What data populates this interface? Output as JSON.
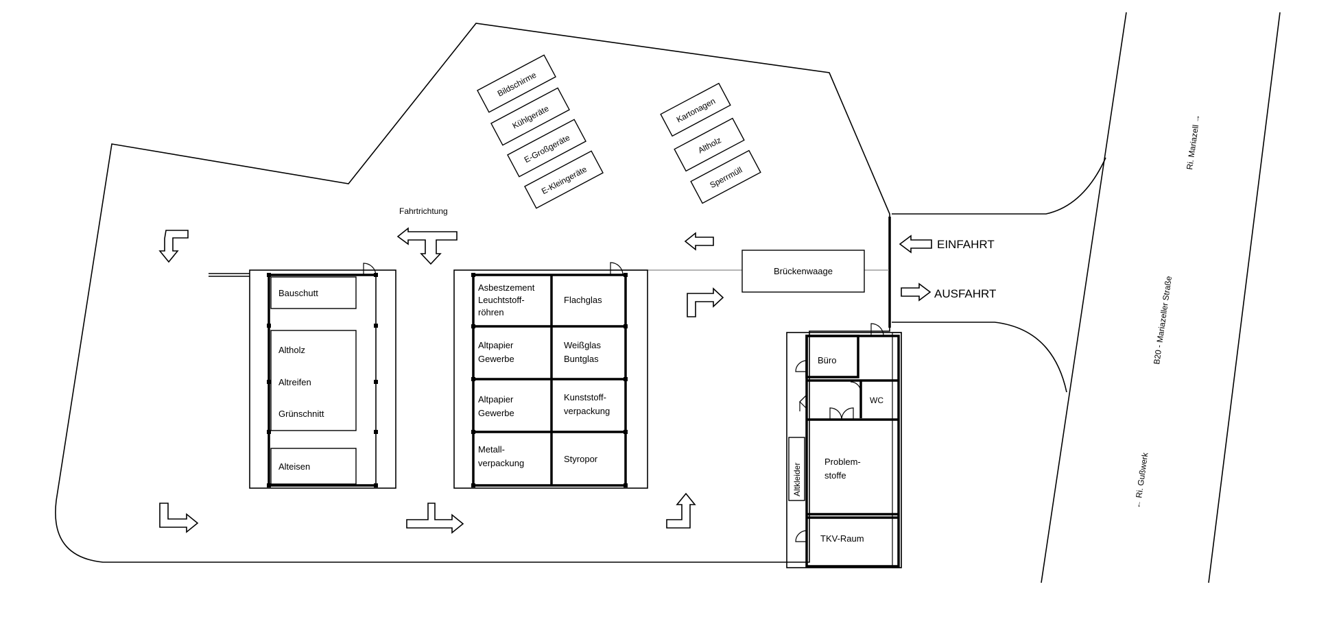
{
  "labels": {
    "fahrtrichtung": "Fahrtrichtung",
    "einfahrt": "EINFAHRT",
    "ausfahrt": "AUSFAHRT",
    "brueckenwaage": "Brückenwaage",
    "road_name": "B20 - Mariazeller Straße",
    "dir_mariazell": "Ri. Mariazell →",
    "dir_gusswerk": "← Ri. Gußwerk"
  },
  "angled_bins_left": [
    "Bildschirme",
    "Kühlgeräte",
    "E-Großgeräte",
    "E-Kleingeräte"
  ],
  "angled_bins_right": [
    "Kartonagen",
    "Altholz",
    "Sperrmüll"
  ],
  "shelter_left": {
    "bauschutt": "Bauschutt",
    "altholz": "Altholz",
    "altreifen": "Altreifen",
    "gruenschnitt": "Grünschnitt",
    "alteisen": "Alteisen"
  },
  "shelter_middle": {
    "asbest": [
      "Asbestzement",
      "Leuchtstoff-",
      "röhren"
    ],
    "flachglas": "Flachglas",
    "altpapier1": [
      "Altpapier",
      "Gewerbe"
    ],
    "weissglas": [
      "Weißglas",
      "Buntglas"
    ],
    "altpapier2": [
      "Altpapier",
      "Gewerbe"
    ],
    "kunststoff": [
      "Kunststoff-",
      "verpackung"
    ],
    "metall": [
      "Metall-",
      "verpackung"
    ],
    "styropor": "Styropor"
  },
  "building": {
    "buero": "Büro",
    "wc": "WC",
    "problemstoffe": [
      "Problem-",
      "stoffe"
    ],
    "altkleider": "Altkleider",
    "tkv": "TKV-Raum"
  }
}
